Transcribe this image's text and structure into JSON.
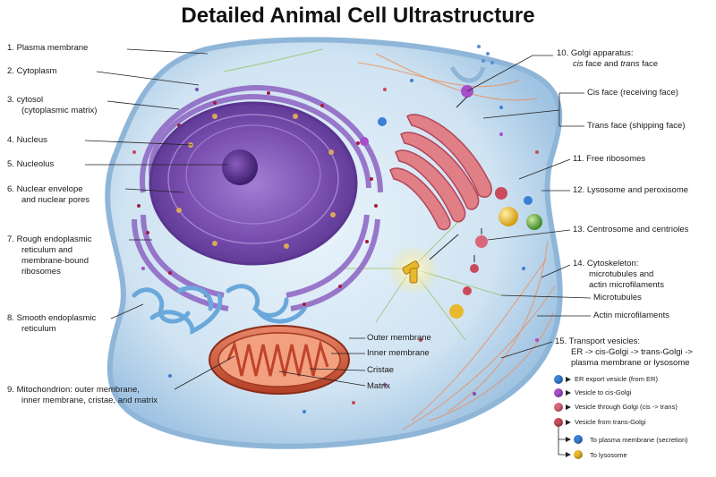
{
  "title": "Detailed Animal Cell Ultrastructure",
  "left_labels": [
    {
      "num": "1.",
      "text": "Plasma membrane"
    },
    {
      "num": "2.",
      "text": "Cytoplasm"
    },
    {
      "num": "3.",
      "text": "cytosol",
      "text2": "(cytoplasmic matrix)"
    },
    {
      "num": "4.",
      "text": "Nucleus"
    },
    {
      "num": "5.",
      "text": "Nucleolus"
    },
    {
      "num": "6.",
      "text": "Nuclear envelope",
      "text2": "and nuclear pores"
    },
    {
      "num": "7.",
      "text": "Rough endoplasmic",
      "text2": "reticulum and",
      "text3": "membrane-bound",
      "text4": "ribosomes"
    },
    {
      "num": "8.",
      "text": "Smooth endoplasmic",
      "text2": "reticulum"
    },
    {
      "num": "9.",
      "text": "Mitochondrion: outer membrane,",
      "text2": "inner membrane, cristae, and matrix"
    }
  ],
  "mito_labels": {
    "outer": "Outer membrane",
    "inner": "Inner membrane",
    "cristae": "Cristae",
    "matrix": "Matrix"
  },
  "right_labels": {
    "golgi_title": "10.  Golgi apparatus:",
    "golgi_sub_cis": "cis",
    "golgi_sub_mid": " face and ",
    "golgi_sub_trans": "trans",
    "golgi_sub_end": " face",
    "cis_face": "Cis face (receiving face)",
    "trans_face": "Trans face (shipping face)",
    "free_ribosomes": "11.  Free ribosomes",
    "lysosome": "12.  Lysosome and peroxisome",
    "centrosome": "13.  Centrosome and centrioles",
    "cyto_title": "14.  Cytoskeleton:",
    "cyto_l2": "microtubules and",
    "cyto_l3": "actin microfilaments",
    "microtubules": "Microtubules",
    "actin": "Actin microfilaments",
    "transport_title": "15.  Transport vesicles:",
    "transport_l2": "ER -> cis-Golgi -> trans-Golgi ->",
    "transport_l3": "plasma membrane or lysosome"
  },
  "legend": [
    {
      "color": "#3b7fd6",
      "text": "ER export vesicle (from ER)"
    },
    {
      "color": "#a64fc9",
      "text": "Vesicle to cis-Golgi"
    },
    {
      "color": "#d9677a",
      "text": "Vesicle through Golgi (cis -> trans)"
    },
    {
      "color": "#c94a5c",
      "text": "Vesicle from trans-Golgi"
    }
  ],
  "legend_dest": [
    {
      "color": "#3b7fd6",
      "text": "To plasma membrane (secretion)"
    },
    {
      "color": "#e8b92c",
      "text": "To lysosome"
    }
  ],
  "colors": {
    "cell_fill": "#cfe3f2",
    "membrane": "#8fb6d8",
    "nucleus": "#7a4fb0",
    "golgi": "#e07f86",
    "mitochondrion": "#d1553a",
    "smooth_er": "#6aa8dc",
    "lysosome": "#e8b92c",
    "peroxisome": "#6fb04a"
  }
}
